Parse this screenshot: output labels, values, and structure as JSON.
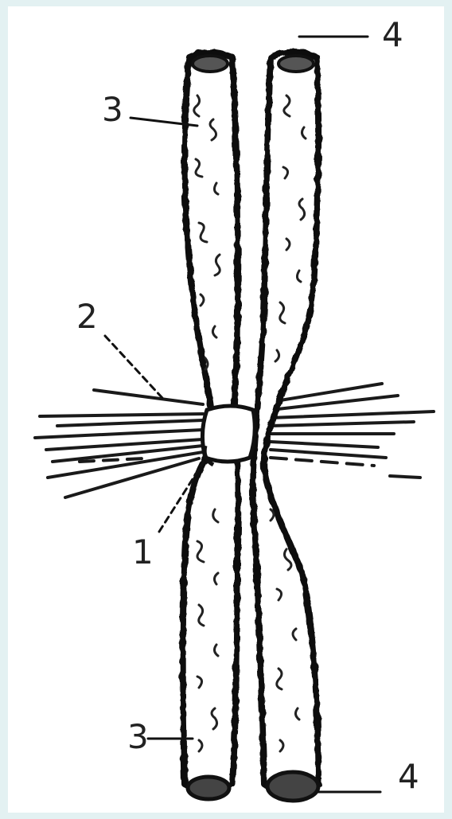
{
  "colors": {
    "frame": "#e3f1f2",
    "paper": "#ffffff",
    "ink": "#1a1a1a"
  },
  "labels": {
    "centromere": "1",
    "spindle_fibers": "2",
    "chromatid_upper": "3",
    "chromatid_lower": "3",
    "telomere_upper": "4",
    "telomere_lower": "4"
  }
}
